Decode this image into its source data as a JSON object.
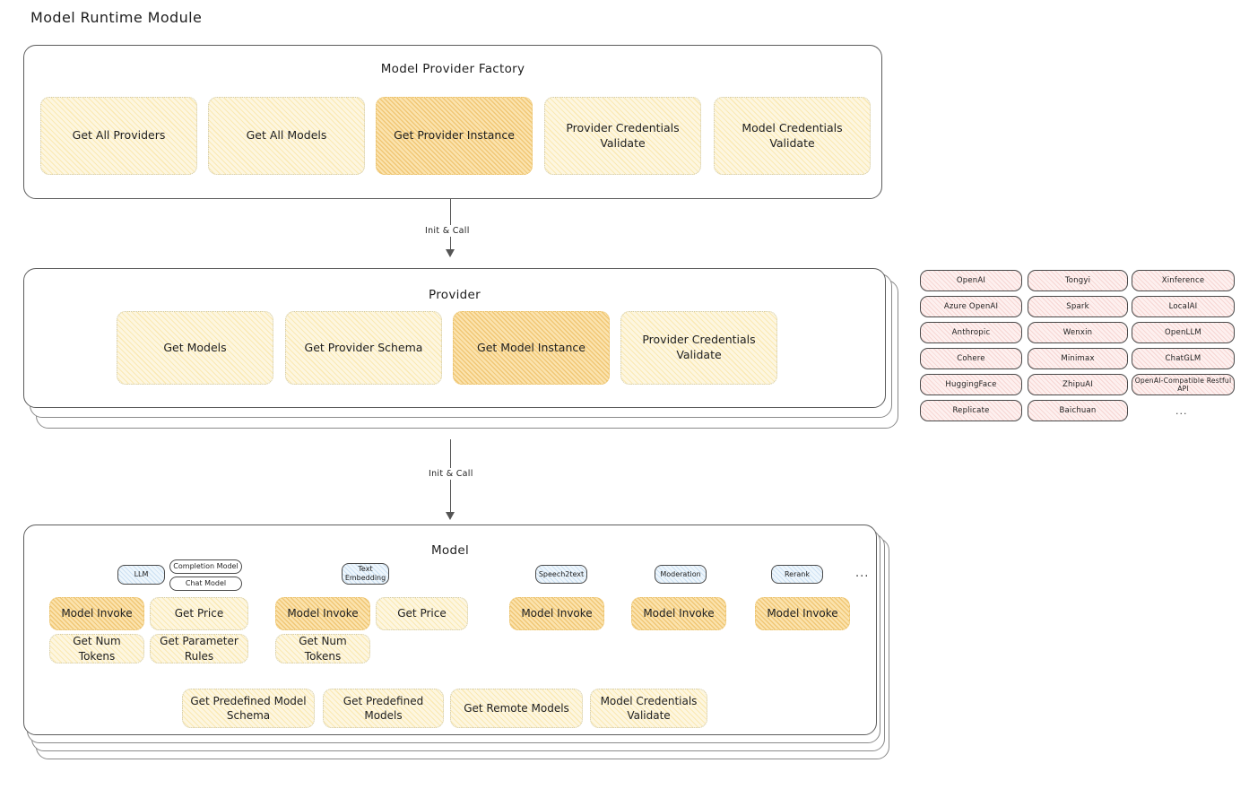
{
  "title": "Model Runtime Module",
  "colors": {
    "card_fill": "#fdf6e0",
    "card_highlight_fill": "#fbe3ae",
    "pill_fill": "#fdf0ef",
    "tag_fill": "#eef6fc",
    "stroke": "#1e1e1e"
  },
  "factory": {
    "title": "Model Provider Factory",
    "cards": [
      {
        "label": "Get All Providers",
        "highlight": false
      },
      {
        "label": "Get All Models",
        "highlight": false
      },
      {
        "label": "Get Provider Instance",
        "highlight": true
      },
      {
        "label": "Provider Credentials Validate",
        "highlight": false
      },
      {
        "label": "Model Credentials Validate",
        "highlight": false
      }
    ]
  },
  "arrows": [
    {
      "label": "Init & Call"
    },
    {
      "label": "Init & Call"
    }
  ],
  "provider": {
    "title": "Provider",
    "cards": [
      {
        "label": "Get Models",
        "highlight": false
      },
      {
        "label": "Get Provider Schema",
        "highlight": false
      },
      {
        "label": "Get Model Instance",
        "highlight": true
      },
      {
        "label": "Provider Credentials Validate",
        "highlight": false
      }
    ]
  },
  "provider_list": {
    "ellipsis": "...",
    "columns": [
      [
        "OpenAI",
        "Azure OpenAI",
        "Anthropic",
        "Cohere",
        "HuggingFace",
        "Replicate"
      ],
      [
        "Tongyi",
        "Spark",
        "Wenxin",
        "Minimax",
        "ZhipuAI",
        "Baichuan"
      ],
      [
        "Xinference",
        "LocalAI",
        "OpenLLM",
        "ChatGLM",
        "OpenAI-Compatible Restful API"
      ]
    ]
  },
  "model": {
    "title": "Model",
    "ellipsis": "...",
    "groups": [
      {
        "tag": "LLM",
        "subtags": [
          "Completion Model",
          "Chat Model"
        ],
        "cards": [
          {
            "label": "Model Invoke",
            "highlight": true
          },
          {
            "label": "Get Price",
            "highlight": false
          },
          {
            "label": "Get Num Tokens",
            "highlight": false
          },
          {
            "label": "Get Parameter Rules",
            "highlight": false
          }
        ]
      },
      {
        "tag": "Text Embedding",
        "subtags": [],
        "cards": [
          {
            "label": "Model Invoke",
            "highlight": true
          },
          {
            "label": "Get Price",
            "highlight": false
          },
          {
            "label": "Get Num Tokens",
            "highlight": false
          }
        ]
      },
      {
        "tag": "Speech2text",
        "subtags": [],
        "cards": [
          {
            "label": "Model Invoke",
            "highlight": true
          }
        ]
      },
      {
        "tag": "Moderation",
        "subtags": [],
        "cards": [
          {
            "label": "Model Invoke",
            "highlight": true
          }
        ]
      },
      {
        "tag": "Rerank",
        "subtags": [],
        "cards": [
          {
            "label": "Model Invoke",
            "highlight": true
          }
        ]
      }
    ],
    "common_cards": [
      "Get Predefined Model Schema",
      "Get Predefined Models",
      "Get Remote Models",
      "Model Credentials Validate"
    ]
  }
}
